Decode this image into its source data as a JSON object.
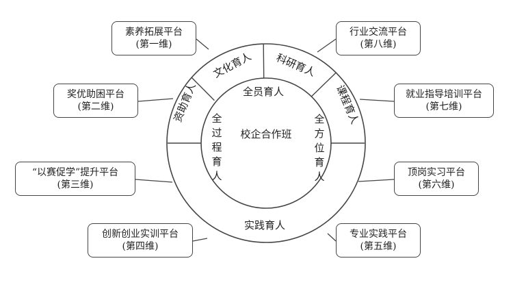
{
  "center_label": "校企合作班",
  "inner_labels": {
    "top": "全员育人",
    "left": "全过程育人",
    "right": "全方位育人"
  },
  "ring_segments": {
    "culture": "文化育人",
    "research": "科研育人",
    "curriculum": "课程育人",
    "aid": "资助育人",
    "practice": "实践育人"
  },
  "platforms": [
    {
      "id": "box-1",
      "title": "素养拓展平台",
      "subtitle": "(第一维)"
    },
    {
      "id": "box-2",
      "title": "奖优助困平台",
      "subtitle": "(第二维)"
    },
    {
      "id": "box-3",
      "title": "“以赛促学”提升平台",
      "subtitle": "(第三维)"
    },
    {
      "id": "box-4",
      "title": "创新创业实训平台",
      "subtitle": "(第四维)"
    },
    {
      "id": "box-5",
      "title": "专业实践平台",
      "subtitle": "(第五维)"
    },
    {
      "id": "box-6",
      "title": "顶岗实习平台",
      "subtitle": "(第六维)"
    },
    {
      "id": "box-7",
      "title": "就业指导培训平台",
      "subtitle": "(第七维)"
    },
    {
      "id": "box-8",
      "title": "行业交流平台",
      "subtitle": "(第八维)"
    }
  ]
}
